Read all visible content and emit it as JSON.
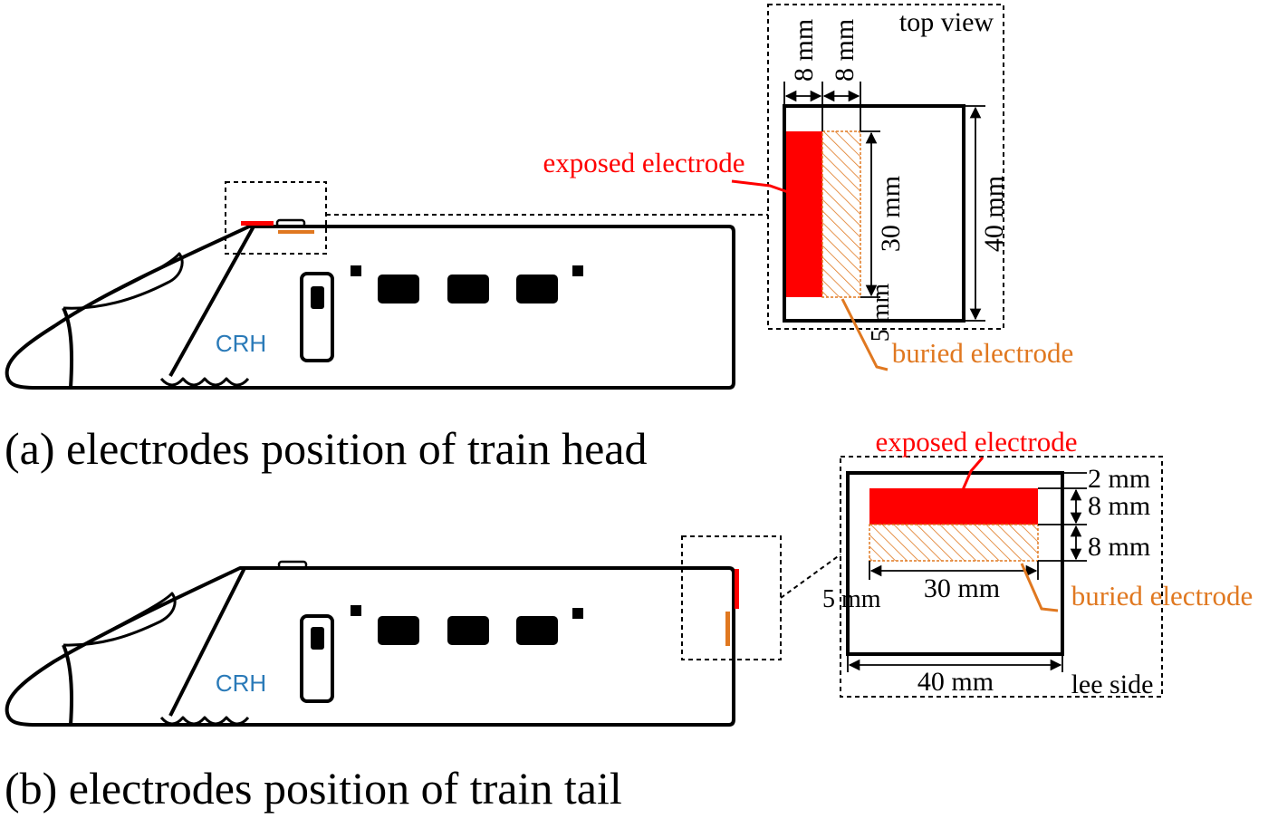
{
  "colors": {
    "exposed": "#ff0000",
    "buried": "#e07820",
    "crh": "#2a7ab8",
    "line": "#000000"
  },
  "panel_a": {
    "caption": "(a) electrodes position of train head",
    "train_logo": "CRH",
    "inset_view_label": "top view",
    "exposed_label": "exposed electrode",
    "buried_label": "buried electrode",
    "dim_exposed_width": "8 mm",
    "dim_buried_width": "8 mm",
    "dim_electrode_length": "30 mm",
    "dim_plate_length": "40 mm",
    "dim_offset": "5 mm"
  },
  "panel_b": {
    "caption": "(b) electrodes position of train tail",
    "train_logo": "CRH",
    "inset_view_label": "lee side",
    "exposed_label": "exposed electrode",
    "buried_label": "buried electrode",
    "dim_top_gap": "2 mm",
    "dim_exposed_width": "8 mm",
    "dim_buried_width": "8 mm",
    "dim_offset": "5 mm",
    "dim_electrode_length": "30 mm",
    "dim_plate_length": "40 mm"
  }
}
